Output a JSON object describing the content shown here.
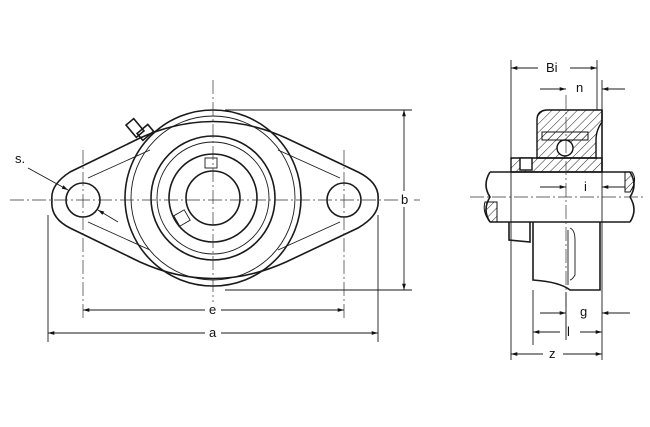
{
  "diagram": {
    "front_view": {
      "labels": {
        "s": "s.",
        "e": "e",
        "a": "a",
        "b": "b"
      }
    },
    "side_view": {
      "labels": {
        "Bi": "Bi",
        "n": "n",
        "i": "i",
        "g": "g",
        "l": "l",
        "z": "z"
      }
    },
    "colors": {
      "line": "#1a1a1a",
      "background": "#ffffff"
    }
  }
}
